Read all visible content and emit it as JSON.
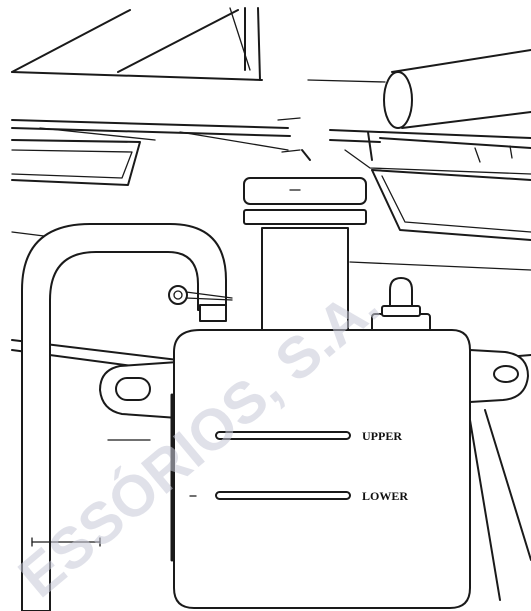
{
  "labels": {
    "upper": "UPPER",
    "lower": "LOWER"
  },
  "watermark": {
    "text": "ESSÓRIOS, S.A.",
    "color": "#c8cad8"
  },
  "colors": {
    "line": "#1a1a1a",
    "background": "#ffffff"
  }
}
